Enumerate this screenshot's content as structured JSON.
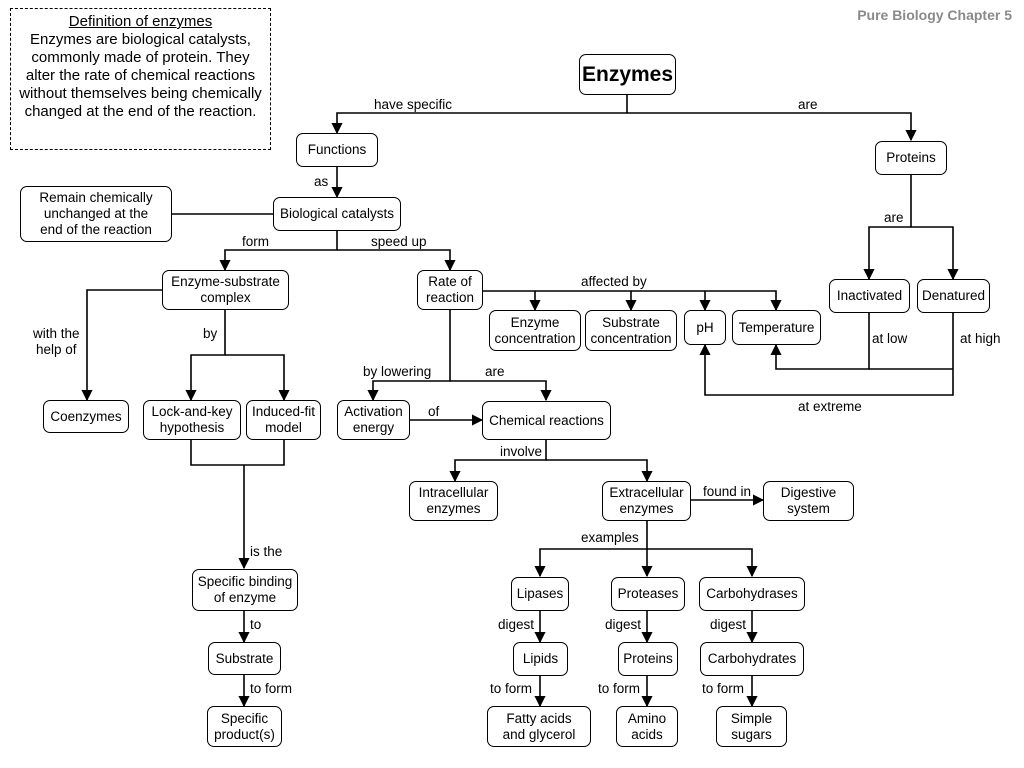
{
  "header": "Pure Biology Chapter 5",
  "definition": {
    "title": "Definition of enzymes",
    "text": "Enzymes are biological catalysts, commonly made of protein. They alter the rate of chemical reactions without themselves being chemically changed at the end of the reaction."
  },
  "nodes": {
    "enzymes": "Enzymes",
    "functions": "Functions",
    "proteins_top": "Proteins",
    "remain": "Remain chemically\nunchanged at the\nend of the reaction",
    "bio_catalysts": "Biological catalysts",
    "es_complex": "Enzyme-substrate\ncomplex",
    "rate": "Rate of\nreaction",
    "inactivated": "Inactivated",
    "denatured": "Denatured",
    "enzyme_conc": "Enzyme\nconcentration",
    "substrate_conc": "Substrate\nconcentration",
    "ph": "pH",
    "temperature": "Temperature",
    "coenzymes": "Coenzymes",
    "lock_key": "Lock-and-key\nhypothesis",
    "induced_fit": "Induced-fit\nmodel",
    "activation": "Activation\nenergy",
    "chem_reactions": "Chemical reactions",
    "intracellular": "Intracellular\nenzymes",
    "extracellular": "Extracellular\nenzymes",
    "digestive": "Digestive\nsystem",
    "specific_binding": "Specific binding\nof enzyme",
    "lipases": "Lipases",
    "proteases": "Proteases",
    "carbohydrases": "Carbohydrases",
    "substrate": "Substrate",
    "lipids": "Lipids",
    "proteins_bottom": "Proteins",
    "carbohydrates": "Carbohydrates",
    "specific_product": "Specific\nproduct(s)",
    "fatty_acids": "Fatty acids\nand glycerol",
    "amino_acids": "Amino\nacids",
    "simple_sugars": "Simple\nsugars"
  },
  "labels": {
    "have_specific": "have specific",
    "are_top": "are",
    "as": "as",
    "are_proteins": "are",
    "form": "form",
    "speed_up": "speed up",
    "affected_by": "affected by",
    "with_help": "with the\nhelp of",
    "by": "by",
    "at_low": "at low",
    "at_high": "at high",
    "by_lowering": "by lowering",
    "are_rate": "are",
    "at_extreme": "at extreme",
    "of": "of",
    "involve": "involve",
    "found_in": "found in",
    "is_the": "is the",
    "examples": "examples",
    "digest1": "digest",
    "digest2": "digest",
    "digest3": "digest",
    "to": "to",
    "to_form1": "to form",
    "to_form2": "to form",
    "to_form3": "to form",
    "to_form4": "to form"
  }
}
